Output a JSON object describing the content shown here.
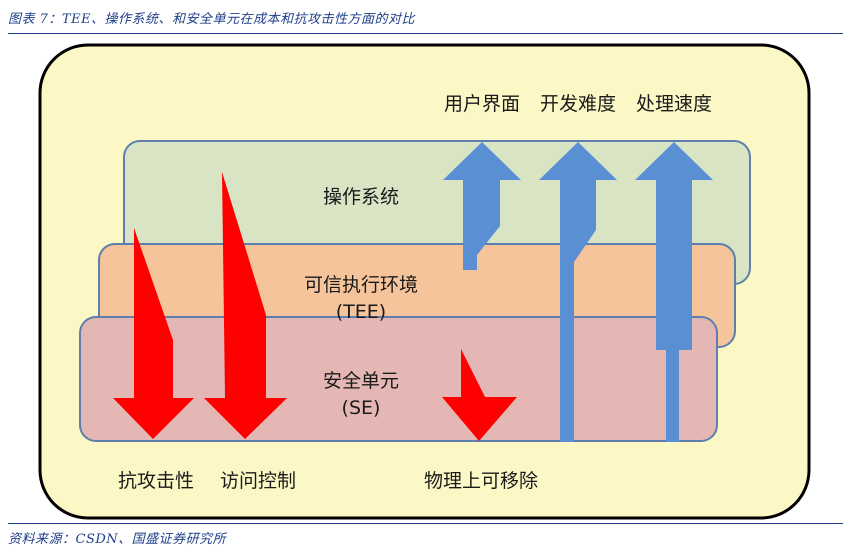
{
  "caption": "图表 7：TEE、操作系统、和安全单元在成本和抗攻击性方面的对比",
  "source": "资料来源：CSDN、国盛证券研究所",
  "layers": {
    "os": {
      "label": "操作系统"
    },
    "tee": {
      "label_line1": "可信执行环境",
      "label_line2": "(TEE)"
    },
    "se": {
      "label_line1": "安全单元",
      "label_line2": "(SE)"
    }
  },
  "up_arrows": {
    "ui": "用户界面",
    "dev_difficulty": "开发难度",
    "speed": "处理速度"
  },
  "down_arrows": {
    "attack_resistance": "抗攻击性",
    "access_control": "访问控制",
    "physical_removal": "物理上可移除"
  },
  "colors": {
    "panel_fill": "#fcf8c6",
    "os_fill": "#d9e4c4",
    "tee_fill": "#f6c49a",
    "se_fill": "#e4b7b5",
    "layer_stroke": "#5d7fae",
    "up_arrow": "#5b8fd4",
    "down_arrow": "#ff0000"
  }
}
